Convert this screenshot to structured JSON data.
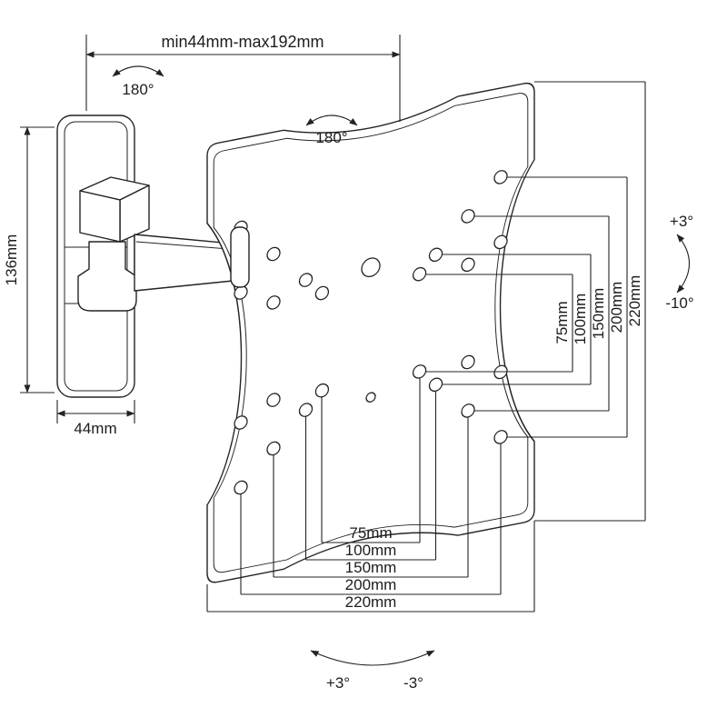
{
  "meta": {
    "title": "TV wall mount bracket dimensional diagram"
  },
  "labels": {
    "extension_range": "min44mm-max192mm",
    "swivel_arm": "180°",
    "swivel_head": "180°",
    "bracket_height": "136mm",
    "base_width": "44mm",
    "tilt_up": "+3°",
    "tilt_down": "-10°",
    "roll_plus": "+3°",
    "roll_minus": "-3°"
  },
  "vesa_vertical": [
    "75mm",
    "100mm",
    "150mm",
    "200mm",
    "220mm"
  ],
  "vesa_horizontal": [
    "75mm",
    "100mm",
    "150mm",
    "200mm",
    "220mm"
  ],
  "colors": {
    "line": "#232323",
    "background": "#ffffff"
  }
}
